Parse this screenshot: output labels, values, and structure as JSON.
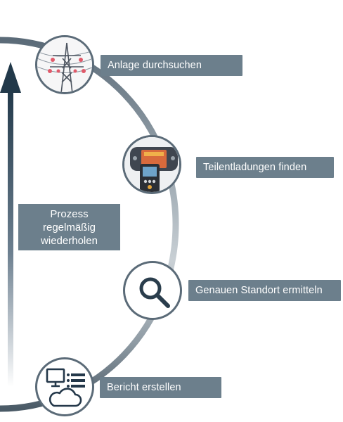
{
  "steps": [
    {
      "label": "Anlage durchsuchen",
      "icon": "power-pylon-icon"
    },
    {
      "label": "Teilentladungen finden",
      "icon": "measurement-device-icon"
    },
    {
      "label": "Genauen Standort ermitteln",
      "icon": "magnifier-icon"
    },
    {
      "label": "Bericht erstellen",
      "icon": "computer-cloud-report-icon"
    }
  ],
  "repeat": {
    "lines": [
      "Prozess",
      "regelmäßig",
      "wiederholen"
    ]
  },
  "colors": {
    "box": "#6c7f8c",
    "arc": "#5b6b78",
    "arrow": "#22394a",
    "accent": "#e05a6a"
  }
}
